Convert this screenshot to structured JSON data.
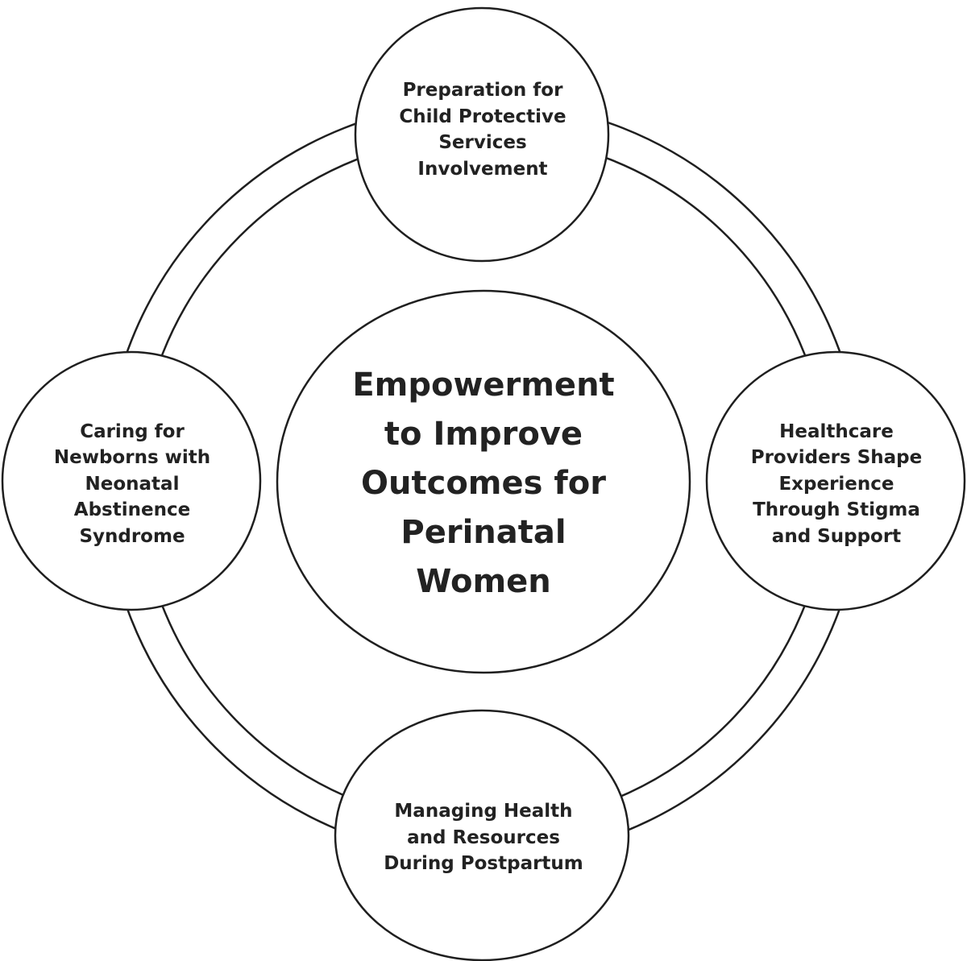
{
  "center": {
    "label": "Empowerment\nto Improve\nOutcomes for\nPerinatal\nWomen"
  },
  "nodes": {
    "top": {
      "label": "Preparation for\nChild Protective\nServices\nInvolvement"
    },
    "right": {
      "label": "Healthcare\nProviders Shape\nExperience\nThrough Stigma\nand Support"
    },
    "bottom": {
      "label": "Managing Health\nand Resources\nDuring Postpartum"
    },
    "left": {
      "label": "Caring for\nNewborns with\nNeonatal\nAbstinence\nSyndrome"
    }
  },
  "colors": {
    "stroke": "#1f1f1f",
    "text": "#222222",
    "background": "#ffffff"
  }
}
